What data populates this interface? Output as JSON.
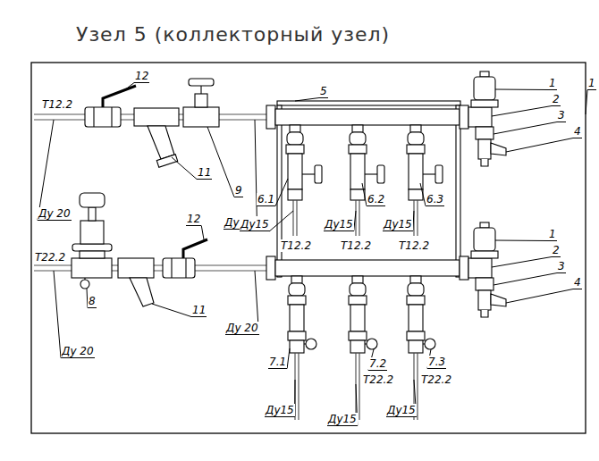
{
  "diagram": {
    "title": "Узел 5 (коллекторный узел)",
    "labels": [
      "Т12.2",
      "12",
      "9",
      "11",
      "Ду 20",
      "Ду 20",
      "5",
      "1",
      "2",
      "3",
      "4",
      "1",
      "6.1",
      "Ду15",
      "6.2",
      "Ду15",
      "6.3",
      "Ду15",
      "Т12.2",
      "Т12.2",
      "Т12.2",
      "Т22.2",
      "12",
      "8",
      "11",
      "Ду 20",
      "Ду 20",
      "1",
      "2",
      "3",
      "4",
      "7.1",
      "7.2",
      "7.3",
      "Т22.2",
      "Т22.2",
      "Ду15",
      "Ду15",
      "Ду15"
    ]
  }
}
